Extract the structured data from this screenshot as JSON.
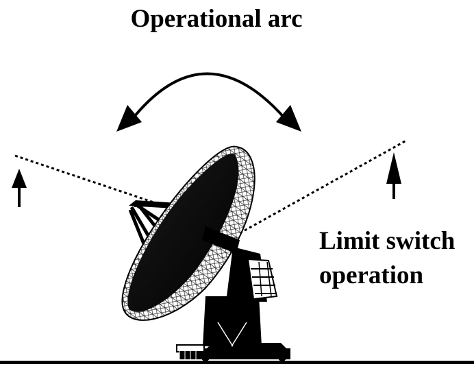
{
  "title": "Operational arc",
  "limit_label": {
    "line1": "Limit switch",
    "line2": "operation"
  }
}
